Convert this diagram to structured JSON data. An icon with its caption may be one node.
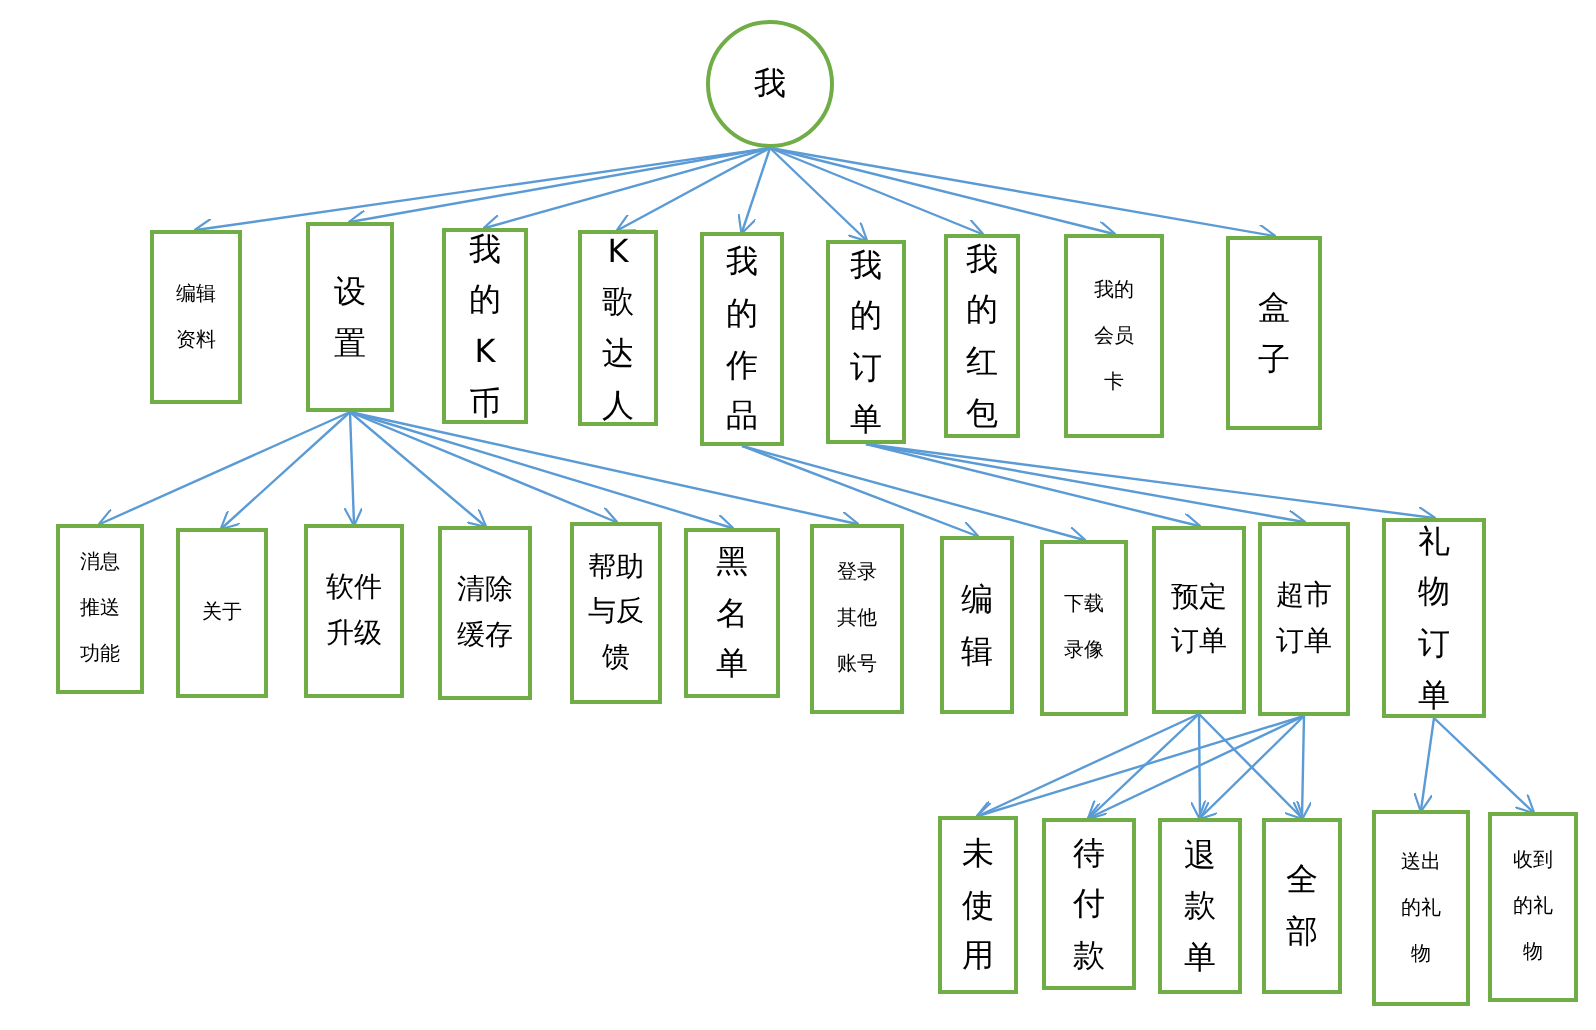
{
  "diagram": {
    "nodes": [
      {
        "text": [
          "我"
        ]
      },
      {
        "text": [
          "编辑资料"
        ]
      },
      {
        "text": [
          "设置"
        ]
      },
      {
        "text": [
          "我的K币"
        ]
      },
      {
        "text": [
          "K歌达人"
        ]
      },
      {
        "text": [
          "我的作品"
        ]
      },
      {
        "text": [
          "我的订单"
        ]
      },
      {
        "text": [
          "我的红包"
        ]
      },
      {
        "text": [
          "我的会员卡"
        ]
      },
      {
        "text": [
          "盒子"
        ]
      },
      {
        "text": [
          "消息推送功能"
        ]
      },
      {
        "text": [
          "关于"
        ]
      },
      {
        "text": [
          "软件升级"
        ]
      },
      {
        "text": [
          "清除缓存"
        ]
      },
      {
        "text": [
          "帮助与反馈"
        ]
      },
      {
        "text": [
          "黑名单"
        ]
      },
      {
        "text": [
          "登录其他账号"
        ]
      },
      {
        "text": [
          "编辑"
        ]
      },
      {
        "text": [
          "下载录像"
        ]
      },
      {
        "text": [
          "预定订单"
        ]
      },
      {
        "text": [
          "超市订单"
        ]
      },
      {
        "text": [
          "礼物订单"
        ]
      },
      {
        "text": [
          "未使用"
        ]
      },
      {
        "text": [
          "待付款"
        ]
      },
      {
        "text": [
          "退款单"
        ]
      },
      {
        "text": [
          "全部"
        ]
      },
      {
        "text": [
          "送出的礼物"
        ]
      },
      {
        "text": [
          "收到的礼物"
        ]
      }
    ],
    "edges": [
      {
        "from": 0,
        "to": 1,
        "arrow": "to"
      },
      {
        "from": 0,
        "to": 2,
        "arrow": "to"
      },
      {
        "from": 0,
        "to": 3,
        "arrow": "to"
      },
      {
        "from": 0,
        "to": 4,
        "arrow": "to"
      },
      {
        "from": 0,
        "to": 5,
        "arrow": "to"
      },
      {
        "from": 0,
        "to": 6,
        "arrow": "to"
      },
      {
        "from": 0,
        "to": 7,
        "arrow": "to"
      },
      {
        "from": 0,
        "to": 8,
        "arrow": "to"
      },
      {
        "from": 0,
        "to": 9,
        "arrow": "to"
      },
      {
        "from": 2,
        "to": 10,
        "arrow": "to"
      },
      {
        "from": 2,
        "to": 11,
        "arrow": "to"
      },
      {
        "from": 2,
        "to": 12,
        "arrow": "to"
      },
      {
        "from": 2,
        "to": 13,
        "arrow": "to"
      },
      {
        "from": 2,
        "to": 14,
        "arrow": "to"
      },
      {
        "from": 2,
        "to": 15,
        "arrow": "to"
      },
      {
        "from": 2,
        "to": 16,
        "arrow": "to"
      },
      {
        "from": 5,
        "to": 17,
        "arrow": "to"
      },
      {
        "from": 5,
        "to": 18,
        "arrow": "to"
      },
      {
        "from": 6,
        "to": 19,
        "arrow": "to"
      },
      {
        "from": 6,
        "to": 20,
        "arrow": "to"
      },
      {
        "from": 6,
        "to": 21,
        "arrow": "to"
      },
      {
        "from": 19,
        "to": 22,
        "arrow": "to"
      },
      {
        "from": 19,
        "to": 23,
        "arrow": "to"
      },
      {
        "from": 19,
        "to": 24,
        "arrow": "to"
      },
      {
        "from": 19,
        "to": 25,
        "arrow": "to"
      },
      {
        "from": 20,
        "to": 22,
        "arrow": "to"
      },
      {
        "from": 20,
        "to": 23,
        "arrow": "to"
      },
      {
        "from": 20,
        "to": 24,
        "arrow": "to"
      },
      {
        "from": 20,
        "to": 25,
        "arrow": "to"
      },
      {
        "from": 21,
        "to": 26,
        "arrow": "to"
      },
      {
        "from": 21,
        "to": 27,
        "arrow": "to"
      }
    ]
  }
}
